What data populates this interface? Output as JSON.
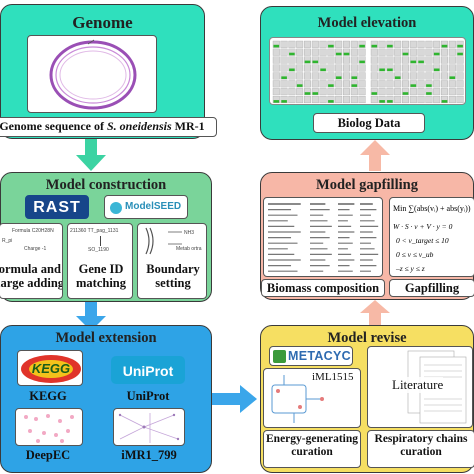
{
  "genome": {
    "title": "Genome",
    "caption_pre": "Genome sequence of ",
    "caption_italic": "S. oneidensis",
    "caption_post": " MR-1"
  },
  "construction": {
    "title": "Model construction",
    "rast_logo": "RAST",
    "modelseed_logo": "ModelSEED",
    "formula_label": "Formula and charge adding",
    "geneid_label": "Gene ID matching",
    "boundary_label": "Boundary setting",
    "formula_note1": "Formula C20H28N",
    "formula_note2": "Charge -1",
    "formula_note3": "R_pi",
    "geneid_note1": "211360 TT_pag_1131",
    "geneid_note2": "SO_1190",
    "boundary_note1": "NH3",
    "boundary_note2": "Metab ortra"
  },
  "extension": {
    "title": "Model extension",
    "kegg_logo": "KEGG",
    "uniprot_logo": "UniProt",
    "kegg_label": "KEGG",
    "uniprot_label": "UniProt",
    "deepec_label": "DeepEC",
    "imr_label": "iMR1_799"
  },
  "elevation": {
    "title": "Model elevation",
    "biolog_label": "Biolog Data"
  },
  "gapfilling": {
    "title": "Model gapfilling",
    "biomass_label": "Biomass composition",
    "gapfill_label": "Gapfilling",
    "eq_min": "Min",
    "eq_sum": "∑(abs(vᵢ) + abs(yᵢ))",
    "eq1": "W · S · v + V · y = 0",
    "eq2": "0 < v_target ≤ 10",
    "eq3": "0 ≤ v ≤ v_ub",
    "eq4": "–z ≤ y ≤ z"
  },
  "revise": {
    "title": "Model revise",
    "metacyc_logo": "METACYC",
    "iml_label": "iML1515",
    "literature_label": "Literature",
    "energy_label": "Energy-generating curation",
    "resp_label": "Respiratory chains curation"
  },
  "colors": {
    "genome_bg": "#2fe0bd",
    "construction_bg": "#7ad49a",
    "extension_bg": "#2ea3e6",
    "elevation_bg": "#2fe0bd",
    "gapfilling_bg": "#f7b7a7",
    "revise_bg": "#f6df62",
    "arrow_green": "#3bd3a2",
    "arrow_blue": "#3ba6ea",
    "arrow_peach": "#f7b9a6"
  }
}
